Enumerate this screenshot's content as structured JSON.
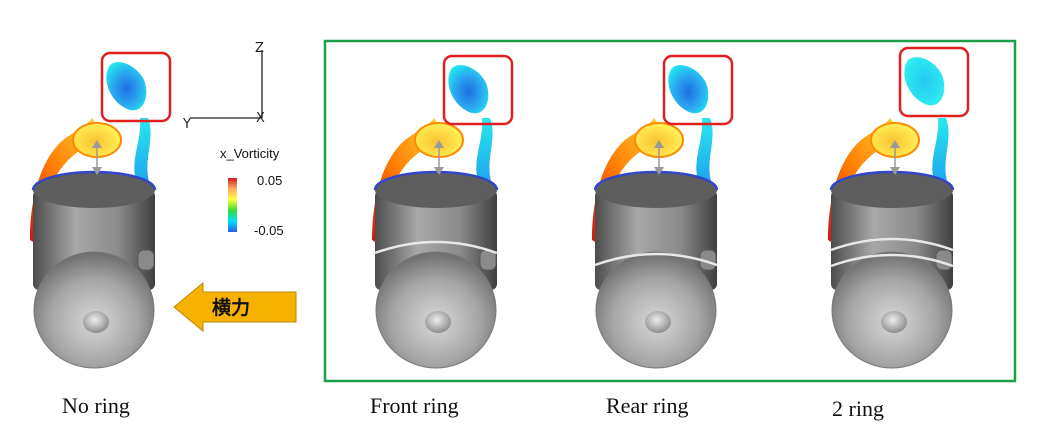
{
  "legend": {
    "title": "x_Vorticity",
    "max_label": "0.05",
    "min_label": "-0.05",
    "colors": [
      "#d7191c",
      "#fdae61",
      "#ffff40",
      "#33dd33",
      "#00e0ff",
      "#2b5ce0"
    ]
  },
  "axes": {
    "z": "Z",
    "y": "Y",
    "x": "X"
  },
  "force": {
    "label": "横力",
    "color": "#f7b200"
  },
  "highlight": {
    "box_color": "#e02020",
    "group_color": "#1e9e4a"
  },
  "cases": [
    {
      "caption": "No ring",
      "rings": 0
    },
    {
      "caption": "Front ring",
      "rings": 1
    },
    {
      "caption": "Rear ring",
      "rings": 1
    },
    {
      "caption": "2 ring",
      "rings": 2
    }
  ]
}
